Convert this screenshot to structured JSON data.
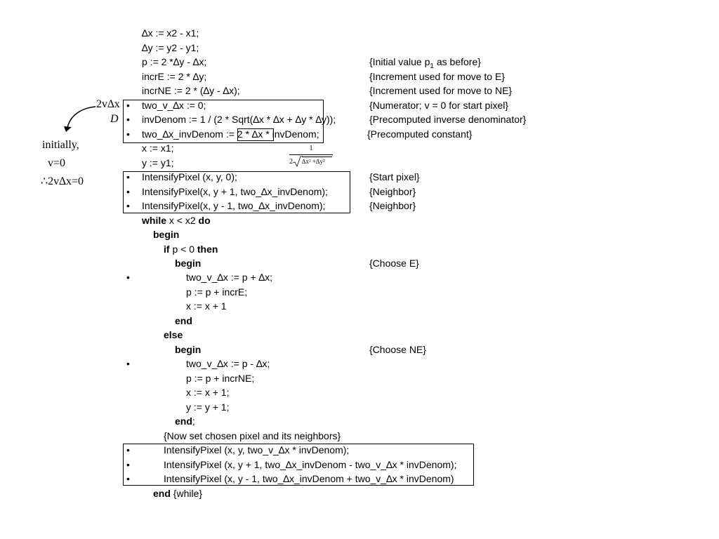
{
  "code": {
    "l1": "∆x := x2 - x1;",
    "l2": "∆y := y2 - y1;",
    "l3": "p := 2 *∆y - ∆x;",
    "l4": "incrE := 2 * ∆y;",
    "l5": "incrNE := 2 * (∆y - ∆x);",
    "l6": "two_v_∆x := 0;",
    "l7": "invDenom := 1 / (2 * Sqrt(∆x * ∆x + ∆y * ∆y));",
    "l8a": "two_∆x_invDenom := ",
    "l8b": "2 * ∆x *",
    "l8c": " invDenom;",
    "l9": "x := x1;",
    "l10": "y := y1;",
    "l11": "IntensifyPixel (x, y, 0);",
    "l12": "IntensifyPixel(x, y + 1, two_∆x_invDenom);",
    "l13": "IntensifyPixel(x, y - 1, two_∆x_invDenom);",
    "l14_kw1": "while",
    "l14_mid": " x < x2 ",
    "l14_kw2": "do",
    "l15": "begin",
    "l16_kw1": "if",
    "l16_mid": " p < 0 ",
    "l16_kw2": "then",
    "l17": "begin",
    "l18": "two_v_∆x := p + ∆x;",
    "l19": "p := p + incrE;",
    "l20": "x := x + 1",
    "l21": "end",
    "l22": "else",
    "l23": "begin",
    "l24": "two_v_∆x := p - ∆x;",
    "l25": "p := p + incrNE;",
    "l26": "x := x + 1;",
    "l27": "y := y + 1;",
    "l28_kw": "end",
    "l28_tail": ";",
    "l29": "{Now set chosen pixel and its neighbors}",
    "l30": "IntensifyPixel (x, y, two_v_∆x * invDenom);",
    "l31": "IntensifyPixel (x, y + 1, two_∆x_invDenom - two_v_∆x * invDenom);",
    "l32": "IntensifyPixel (x, y - 1, two_∆x_invDenom + two_v_∆x * invDenom)",
    "l33_kw": "end",
    "l33_tail": " {while}"
  },
  "comments": {
    "c3a": "{Initial value p",
    "c3sub": "1",
    "c3b": " as before}",
    "c4": "{Increment used for move to E}",
    "c5": "{Increment used for move to NE}",
    "c6": "{Numerator; v = 0 for start pixel}",
    "c7": "{Precomputed inverse denominator}",
    "c8": "{Precomputed constant}",
    "c11": "{Start pixel}",
    "c12": "{Neighbor}",
    "c13": "{Neighbor}",
    "c17": "{Choose E}",
    "c23": "{Choose NE}"
  },
  "annotations": {
    "two_v_dx": "2v∆x",
    "d_label": "D",
    "initially": "initially,",
    "v_zero": "v=0",
    "therefore": "∴2v∆x=0",
    "frac_num": "1",
    "frac_den_prefix": "2",
    "frac_den_rad": "∆x² +∆y²"
  },
  "bullet_char": "•"
}
